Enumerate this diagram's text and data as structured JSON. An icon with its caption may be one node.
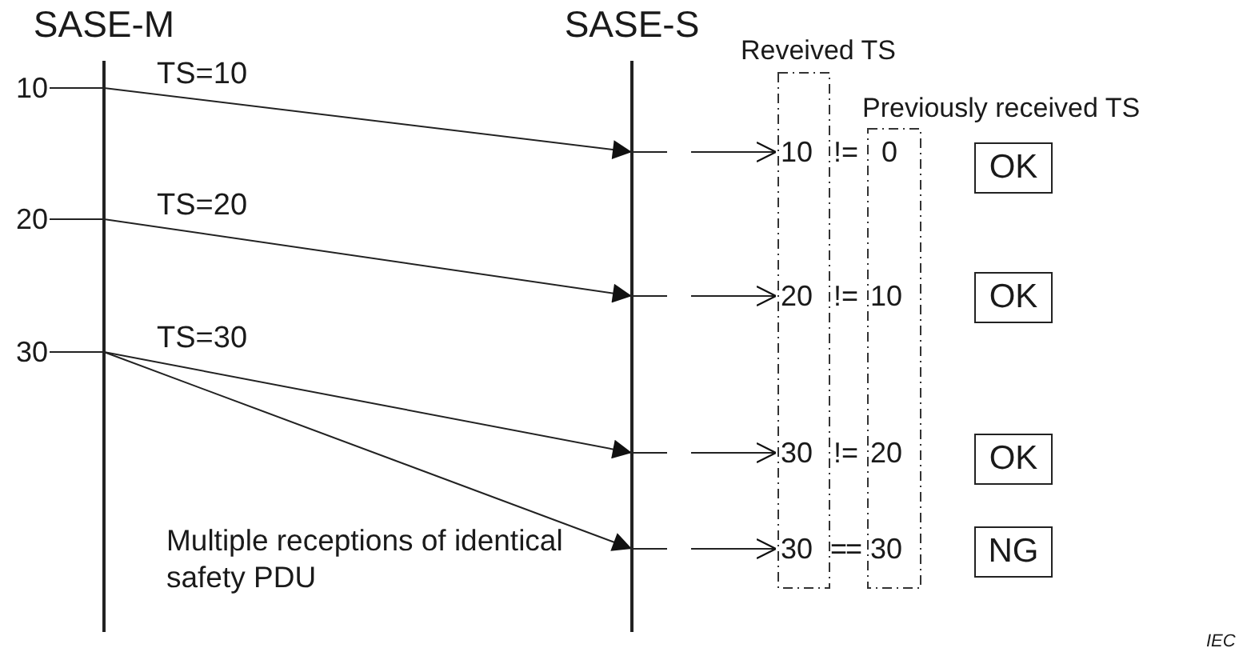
{
  "diagram": {
    "nodes": [
      {
        "text": [
          "SASE-M"
        ]
      },
      {
        "text": [
          "SASE-S"
        ]
      },
      {
        "text": [
          "10"
        ]
      },
      {
        "text": [
          "20"
        ]
      },
      {
        "text": [
          "30"
        ]
      },
      {
        "text": [
          "Reveived TS"
        ]
      },
      {
        "text": [
          "10"
        ],
        "in": 5
      },
      {
        "text": [
          "20"
        ],
        "in": 5
      },
      {
        "text": [
          "30"
        ],
        "in": 5
      },
      {
        "text": [
          "30"
        ],
        "in": 5
      },
      {
        "text": [
          "Previously received TS"
        ]
      },
      {
        "text": [
          "0"
        ],
        "in": 10
      },
      {
        "text": [
          "10"
        ],
        "in": 10
      },
      {
        "text": [
          "20"
        ],
        "in": 10
      },
      {
        "text": [
          "30"
        ],
        "in": 10
      },
      {
        "text": [
          "OK"
        ]
      },
      {
        "text": [
          "OK"
        ]
      },
      {
        "text": [
          "OK"
        ]
      },
      {
        "text": [
          "NG"
        ]
      }
    ],
    "edges": [
      {
        "from": 2,
        "to": 0,
        "arrow": "none"
      },
      {
        "from": 3,
        "to": 0,
        "arrow": "none"
      },
      {
        "from": 4,
        "to": 0,
        "arrow": "none"
      },
      {
        "from": 0,
        "to": 1,
        "arrow": "to",
        "label": "TS=10"
      },
      {
        "from": 0,
        "to": 1,
        "arrow": "to",
        "label": "TS=20"
      },
      {
        "from": 0,
        "to": 1,
        "arrow": "to",
        "label": "TS=30"
      },
      {
        "from": 0,
        "to": 1,
        "arrow": "to"
      },
      {
        "from": 1,
        "to": 6,
        "arrow": "to"
      },
      {
        "from": 1,
        "to": 7,
        "arrow": "to"
      },
      {
        "from": 1,
        "to": 8,
        "arrow": "to"
      },
      {
        "from": 1,
        "to": 9,
        "arrow": "to"
      }
    ],
    "labels": [
      "!=",
      "!=",
      "!=",
      "==",
      "Multiple receptions of identical safety PDU",
      "IEC"
    ]
  }
}
